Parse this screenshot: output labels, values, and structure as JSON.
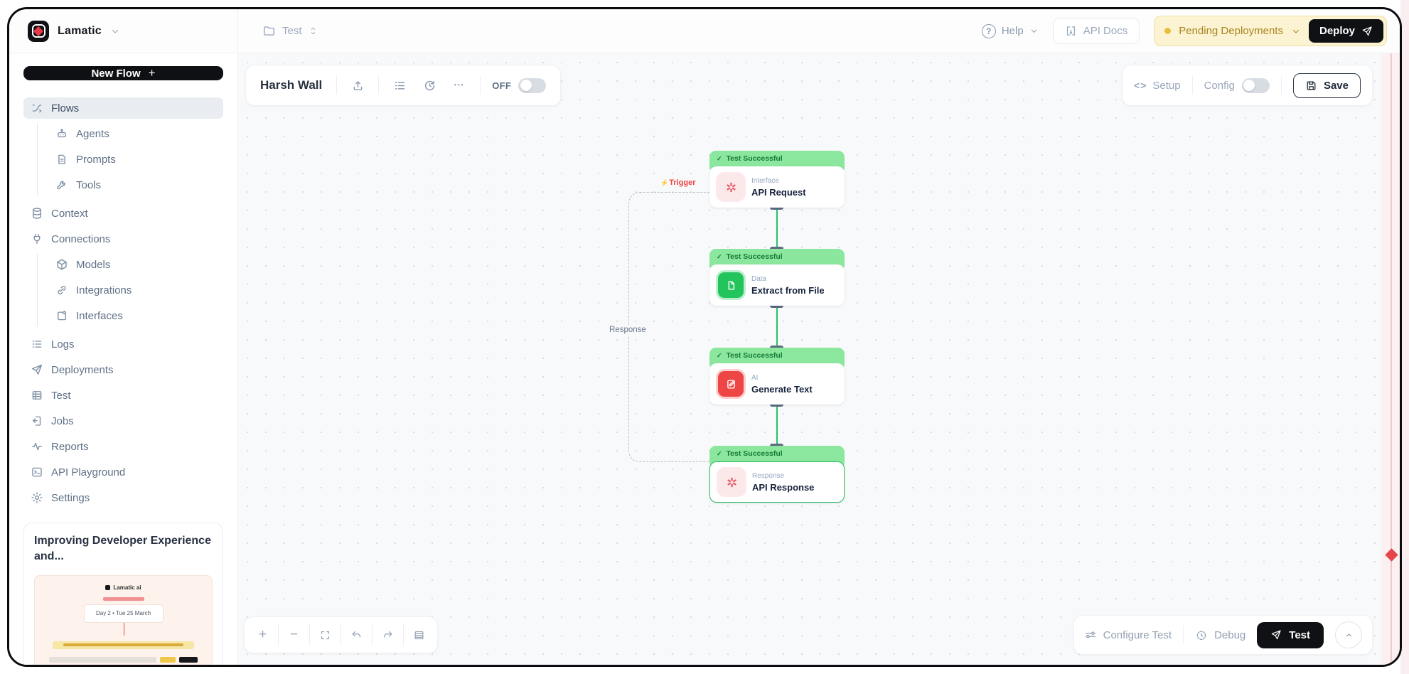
{
  "brand": {
    "name": "Lamatic"
  },
  "topbar": {
    "breadcrumb": "Test",
    "help_label": "Help",
    "api_docs_label": "API Docs",
    "pending_label": "Pending Deployments",
    "deploy_label": "Deploy"
  },
  "sidebar": {
    "new_flow_label": "New Flow",
    "items": [
      {
        "label": "Flows"
      },
      {
        "label": "Agents"
      },
      {
        "label": "Prompts"
      },
      {
        "label": "Tools"
      },
      {
        "label": "Context"
      },
      {
        "label": "Connections"
      },
      {
        "label": "Models"
      },
      {
        "label": "Integrations"
      },
      {
        "label": "Interfaces"
      },
      {
        "label": "Logs"
      },
      {
        "label": "Deployments"
      },
      {
        "label": "Test"
      },
      {
        "label": "Jobs"
      },
      {
        "label": "Reports"
      },
      {
        "label": "API Playground"
      },
      {
        "label": "Settings"
      }
    ],
    "promo_card": {
      "title": "Improving Developer Experience and...",
      "thumb_brand": "Lamatic ai",
      "thumb_date": "Day 2 • Tue 25 March"
    }
  },
  "flow_header": {
    "title": "Harsh Wall",
    "off_label": "OFF"
  },
  "flow_actions": {
    "setup_label": "Setup",
    "config_label": "Config",
    "save_label": "Save"
  },
  "canvas": {
    "trigger_label": "Trigger",
    "response_label": "Response",
    "nodes": [
      {
        "status": "Test Successful",
        "category": "Interface",
        "title": "API Request"
      },
      {
        "status": "Test Successful",
        "category": "Data",
        "title": "Extract from File"
      },
      {
        "status": "Test Successful",
        "category": "AI",
        "title": "Generate Text"
      },
      {
        "status": "Test Successful",
        "category": "Response",
        "title": "API Response"
      }
    ]
  },
  "footer": {
    "configure_test_label": "Configure Test",
    "debug_label": "Debug",
    "test_label": "Test"
  },
  "icons": {
    "help_glyph": "?",
    "more_glyph": "•••",
    "setup_glyph": "<>",
    "plus_glyph": "+",
    "minus_glyph": "−",
    "bolt_glyph": "⚡",
    "check_glyph": "✓",
    "new_flow_plus_glyph": "+"
  },
  "colors": {
    "accent_green": "#22c55e",
    "banner_green": "#8ce79e",
    "pending_bg": "#fcf3d2",
    "pending_text": "#a8841f",
    "danger_red": "#ef4444",
    "black_button": "#101114"
  }
}
